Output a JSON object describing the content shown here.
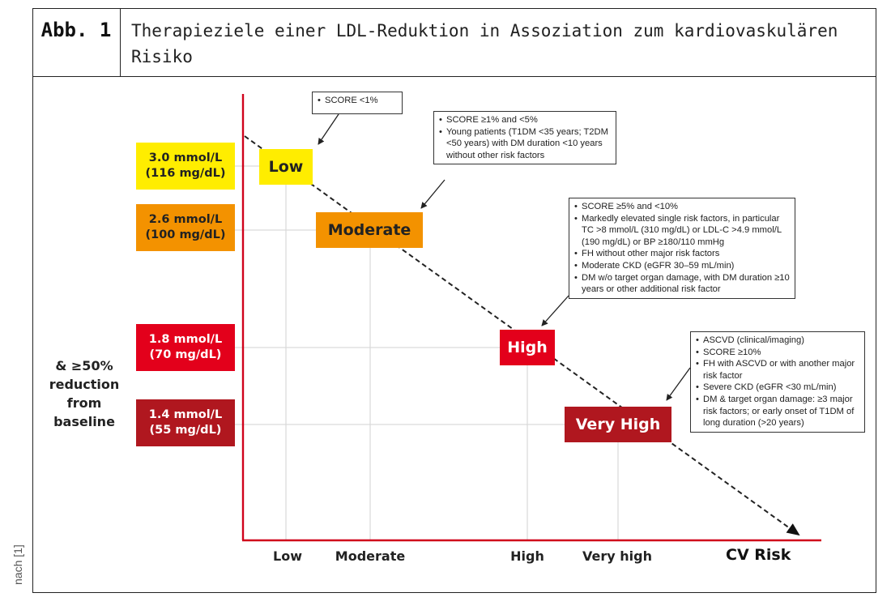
{
  "header": {
    "figure_label": "Abb. 1",
    "title": "Therapieziele einer LDL-Reduktion in Assoziation zum kardiovaskulären Risiko"
  },
  "source_note": "nach [1]",
  "targets": [
    {
      "line1": "3.0 mmol/L",
      "line2": "(116 mg/dL)",
      "color": "#ffed00"
    },
    {
      "line1": "2.6 mmol/L",
      "line2": "(100 mg/dL)",
      "color": "#f39200"
    },
    {
      "line1": "1.8 mmol/L",
      "line2": "(70 mg/dL)",
      "color": "#e3001b"
    },
    {
      "line1": "1.4 mmol/L",
      "line2": "(55 mg/dL)",
      "color": "#b0171f"
    }
  ],
  "reduction_note": {
    "line1": "& ≥50%",
    "line2": "reduction",
    "line3": "from",
    "line4": "baseline"
  },
  "risk_levels": [
    {
      "label": "Low",
      "color": "#ffed00"
    },
    {
      "label": "Moderate",
      "color": "#f39200"
    },
    {
      "label": "High",
      "color": "#e3001b"
    },
    {
      "label": "Very High",
      "color": "#b0171f"
    }
  ],
  "x_axis": {
    "ticks": [
      "Low",
      "Moderate",
      "High",
      "Very high"
    ],
    "title": "CV Risk",
    "axis_color": "#d0021b"
  },
  "callouts": {
    "low": [
      "SCORE <1%"
    ],
    "moderate": [
      "SCORE ≥1% and <5%",
      "Young patients (T1DM <35 years; T2DM <50 years) with DM duration <10 years without other risk factors"
    ],
    "high": [
      "SCORE ≥5% and <10%",
      "Markedly elevated single risk factors, in particular TC >8 mmol/L (310 mg/dL) or LDL-C >4.9 mmol/L (190 mg/dL) or BP ≥180/110 mmHg",
      "FH without other major risk factors",
      "Moderate CKD (eGFR 30–59 mL/min)",
      "DM w/o target organ damage, with DM duration ≥10 years or other additional risk factor"
    ],
    "very_high": [
      "ASCVD (clinical/imaging)",
      "SCORE ≥10%",
      "FH with ASCVD or with another major risk factor",
      "Severe CKD (eGFR <30 mL/min)",
      "DM & target organ damage: ≥3 major risk factors; or early onset of T1DM of long duration (>20 years)"
    ]
  }
}
